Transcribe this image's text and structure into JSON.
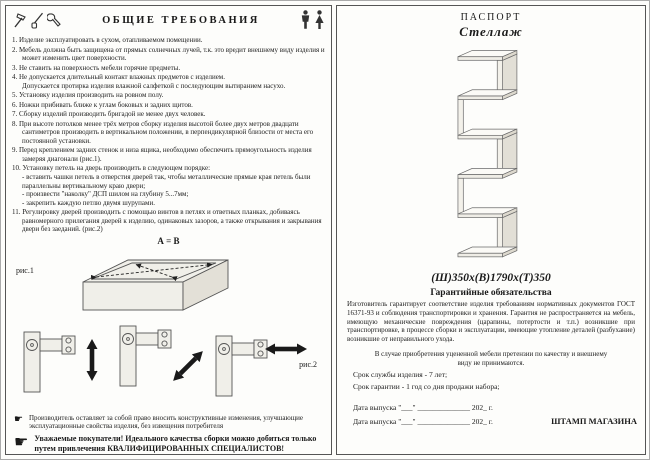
{
  "left_panel": {
    "title": "ОБЩИЕ  ТРЕБОВАНИЯ",
    "hand_icon": "☛",
    "items": [
      "1. Изделие эксплуатировать в сухом, отапливаемом помещении.",
      "2. Мебель должна быть защищена от прямых солнечных лучей, т.к. это вредит внешнему виду изделия и может изменить цвет поверхности.",
      "3. Не ставить на поверхность мебели горячие предметы.",
      "4. Не допускается длительный контакт влажных предметов с изделием.\nДопускается протирка изделия влажной салфеткой с последующим вытиранием насухо.",
      "5. Установку изделия производить на ровном полу.",
      "6. Ножки прибивать ближе к углам боковых и задних щитов.",
      "7. Сборку изделий производить бригадой не менее двух человек.",
      "8. При высоте потолков менее трёх метров сборку изделия высотой более двух метров двадцати сантиметров производить в вертикальном положении, в перпендикулярной близости от места его постоянной установки.",
      "9. Перед креплением задних стенок и низа ящика, необходимо обеспечить прямоугольность изделия замеряя диагонали (рис.1).",
      "10. Установку петель на дверь производить в следующем порядке:\n- вставить чашки петель в отверстия дверей так, чтобы металлические прямые края петель были параллельны вертикальному краю двери;\n- произвести \"наколку\" ДСП шилом на глубину 5...7мм;\n- закрепить каждую петлю двумя шурупами.",
      "11. Регулировку дверей производить с помощью винтов в петлях и ответных планках, добиваясь равномерного прилегания дверей к изделию, одинаковых зазоров, а также открывания и закрывания двери без заеданий. (рис.2)"
    ],
    "fig1_formula": "А = В",
    "fig1_label": "рис.1",
    "fig2_label": "рис.2",
    "note1": "Производитель оставляет за собой право вносить конструктивные изменения, улучшающие эксплуатационные свойства изделия, без извещения потребителя",
    "note2": "Уважаемые покупатели! Идеального качества сборки можно добиться только путем привлечения КВАЛИФИЦИРОВАННЫХ СПЕЦИАЛИСТОВ!"
  },
  "right_panel": {
    "title": "ПАСПОРТ",
    "product": "Стеллаж",
    "dimensions": "(Ш)350х(В)1790х(Т)350",
    "warranty_title": "Гарантийные обязательства",
    "warranty_text": "Изготовитель гарантирует соответствие изделия требованиям нормативных документов ГОСТ 16371-93 и соблюдения транспортировки и хранения. Гарантия не распространяется на мебель, имеющую механические повреждения (царапины, потертости и т.п.) возникшие при транспортировке, в процессе сборки и эксплуатации, имеющие утопление деталей (разбухание) возникшие от неправильного ухода.",
    "discount_note": "В случае приобретения уцененной мебели претензии по качеству и внешнему виду не принимаются.",
    "service_life": "Срок службы изделия - 7 лет;",
    "warranty_period": "Срок гарантии - 1 год со дня продажи набора;",
    "release_date_1": "Дата выпуска \"___\" ______________ 202_ г.",
    "release_date_2": "Дата выпуска \"___\" ______________ 202_ г.",
    "stamp": "ШТАМП МАГАЗИНА"
  }
}
